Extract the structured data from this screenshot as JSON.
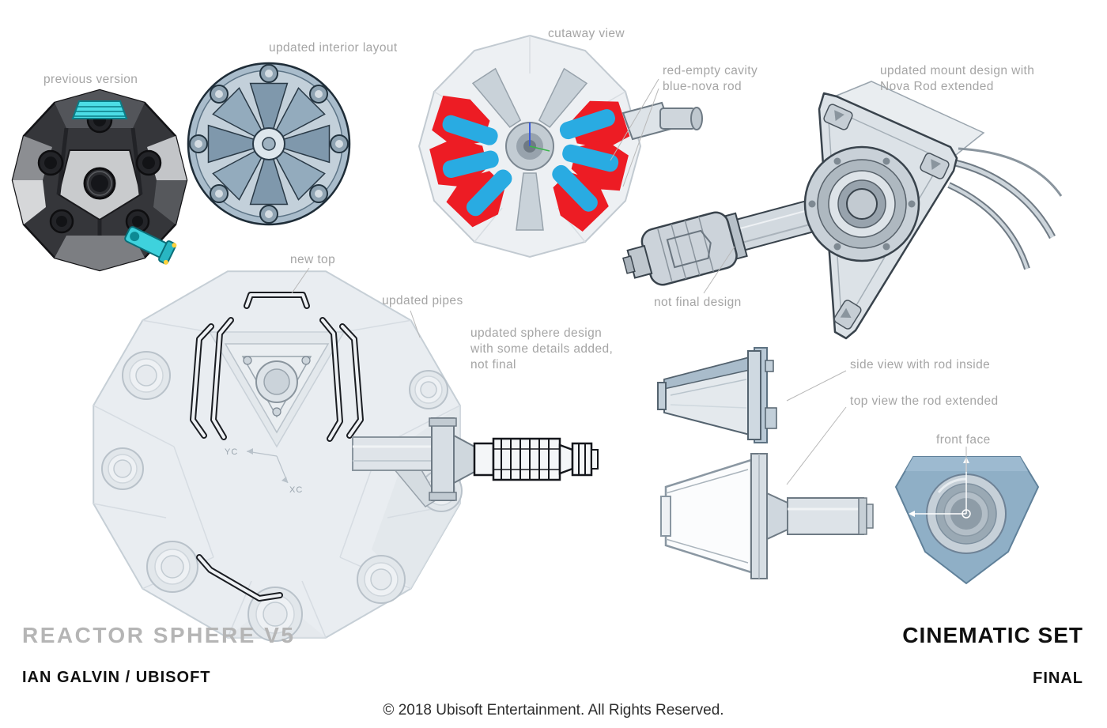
{
  "annotations": {
    "previous_version": "previous version",
    "updated_interior_layout": "updated interior layout",
    "cutaway_view": "cutaway view",
    "cavity_note": [
      "red-empty cavity",
      "blue-nova rod"
    ],
    "mount_note": [
      "updated mount design with",
      "Nova Rod extended"
    ],
    "not_final_design": "not final design",
    "new_top": "new top",
    "updated_pipes": "updated pipes",
    "sphere_note": [
      "updated sphere design",
      "with some details added,",
      "not final"
    ],
    "side_view": "side view with rod inside",
    "top_view": "top view the rod extended",
    "front_face": "front face",
    "axis_xc": "XC",
    "axis_yc": "YC"
  },
  "footer": {
    "title": "REACTOR SPHERE V5",
    "author": "IAN GALVIN / UBISOFT",
    "set_label": "CINEMATIC SET",
    "status": "FINAL",
    "copyright": "© 2018 Ubisoft Entertainment. All Rights Reserved."
  },
  "colors": {
    "background": "#ffffff",
    "annotation_gray": "#a5a5a5",
    "title_gray": "#b5b5b5",
    "text_black": "#101010",
    "cavity_red": "#ed1c24",
    "nova_rod_blue": "#29abe2",
    "steel_blue": "#8fafc6",
    "cyan_accent": "#3ed2dd"
  }
}
